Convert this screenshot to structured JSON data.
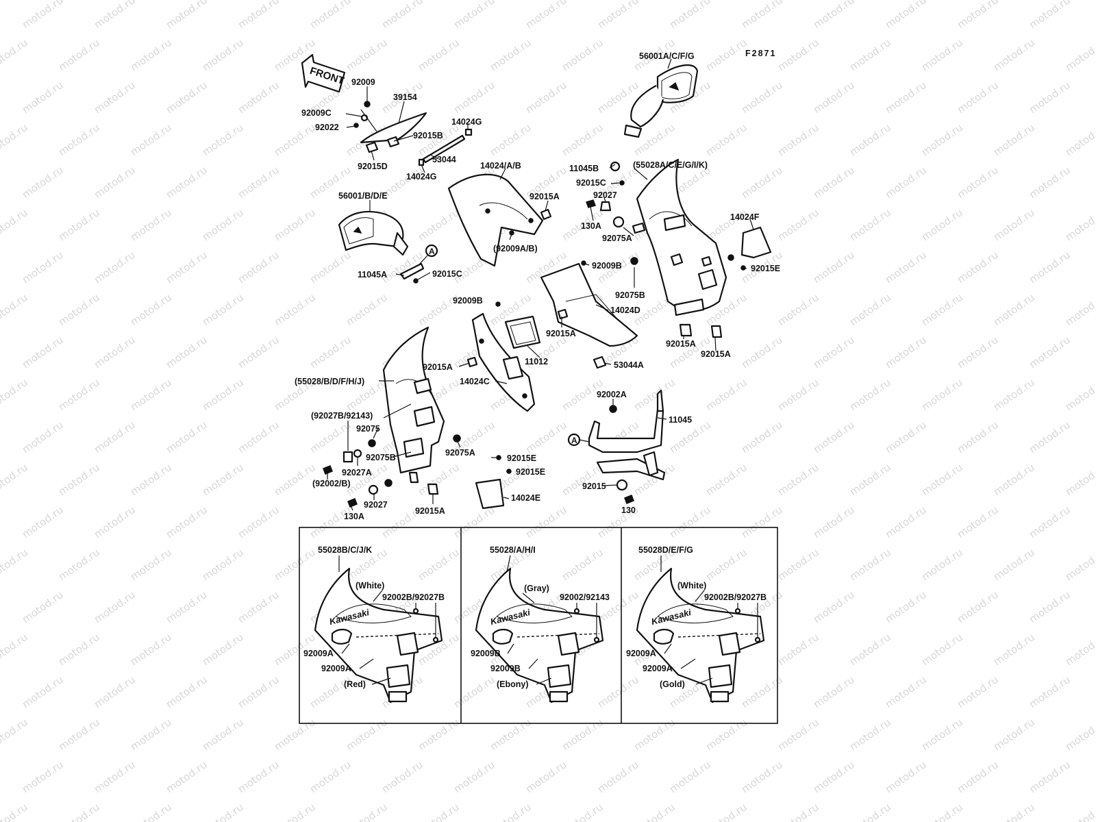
{
  "watermark": "motod.ru",
  "figure_code": "F2871",
  "front_label": "FRONT",
  "reference_mark": "A",
  "brand_text": "Kawasaki",
  "parts": {
    "p56001_rh": "56001A/C/F/G",
    "p92009_top": "92009",
    "p39154": "39154",
    "p92009C": "92009C",
    "p92022": "92022",
    "p92015B": "92015B",
    "p14024G_a": "14024G",
    "p53044": "53044",
    "p92015D": "92015D",
    "p14024G_b": "14024G",
    "p14024AB": "14024/A/B",
    "p11045B": "11045B",
    "p55028_rh": "(55028A/C/E/G/I/K)",
    "p92015C_a": "92015C",
    "p92027_a": "92027",
    "p56001_lh": "56001/B/D/E",
    "p92015A_a": "92015A",
    "p130A_a": "130A",
    "p14024F": "14024F",
    "p92009AB": "(92009A/B)",
    "p92075A_a": "92075A",
    "p11045A": "11045A",
    "p92015C_b": "92015C",
    "p92009B_a": "92009B",
    "p92015E_a": "92015E",
    "p92075B_a": "92075B",
    "p92009B_b": "92009B",
    "p14024D": "14024D",
    "p92015A_b": "92015A",
    "p92015A_c": "92015A",
    "p92015A_d": "92015A",
    "p11012": "11012",
    "p53044A": "53044A",
    "p92015A_e": "92015A",
    "p55028_lh": "(55028/B/D/F/H/J)",
    "p14024C": "14024C",
    "p92002A": "92002A",
    "p92027B92143": "(92027B/92143)",
    "p11045": "11045",
    "p92075": "92075",
    "p92075A_b": "92075A",
    "p92075B_b": "92075B",
    "p92015E_b": "92015E",
    "p92027A": "92027A",
    "p92015E_c": "92015E",
    "p92002B": "(92002/B)",
    "p92015": "92015",
    "p92027_b": "92027",
    "p14024E": "14024E",
    "p130A_b": "130A",
    "p92015A_f": "92015A",
    "p130": "130"
  },
  "variants": [
    {
      "part": "55028B/C/J/K",
      "color_top": "(White)",
      "fasteners": "92002B/92027B",
      "screw_a": "92009A",
      "screw_b": "92009A",
      "color_bottom": "(Red)"
    },
    {
      "part": "55028/A/H/I",
      "color_top": "(Gray)",
      "fasteners": "92002/92143",
      "screw_a": "92009B",
      "screw_b": "92009B",
      "color_bottom": "(Ebony)"
    },
    {
      "part": "55028D/E/F/G",
      "color_top": "(White)",
      "fasteners": "92002B/92027B",
      "screw_a": "92009A",
      "screw_b": "92009A",
      "color_bottom": "(Gold)"
    }
  ]
}
